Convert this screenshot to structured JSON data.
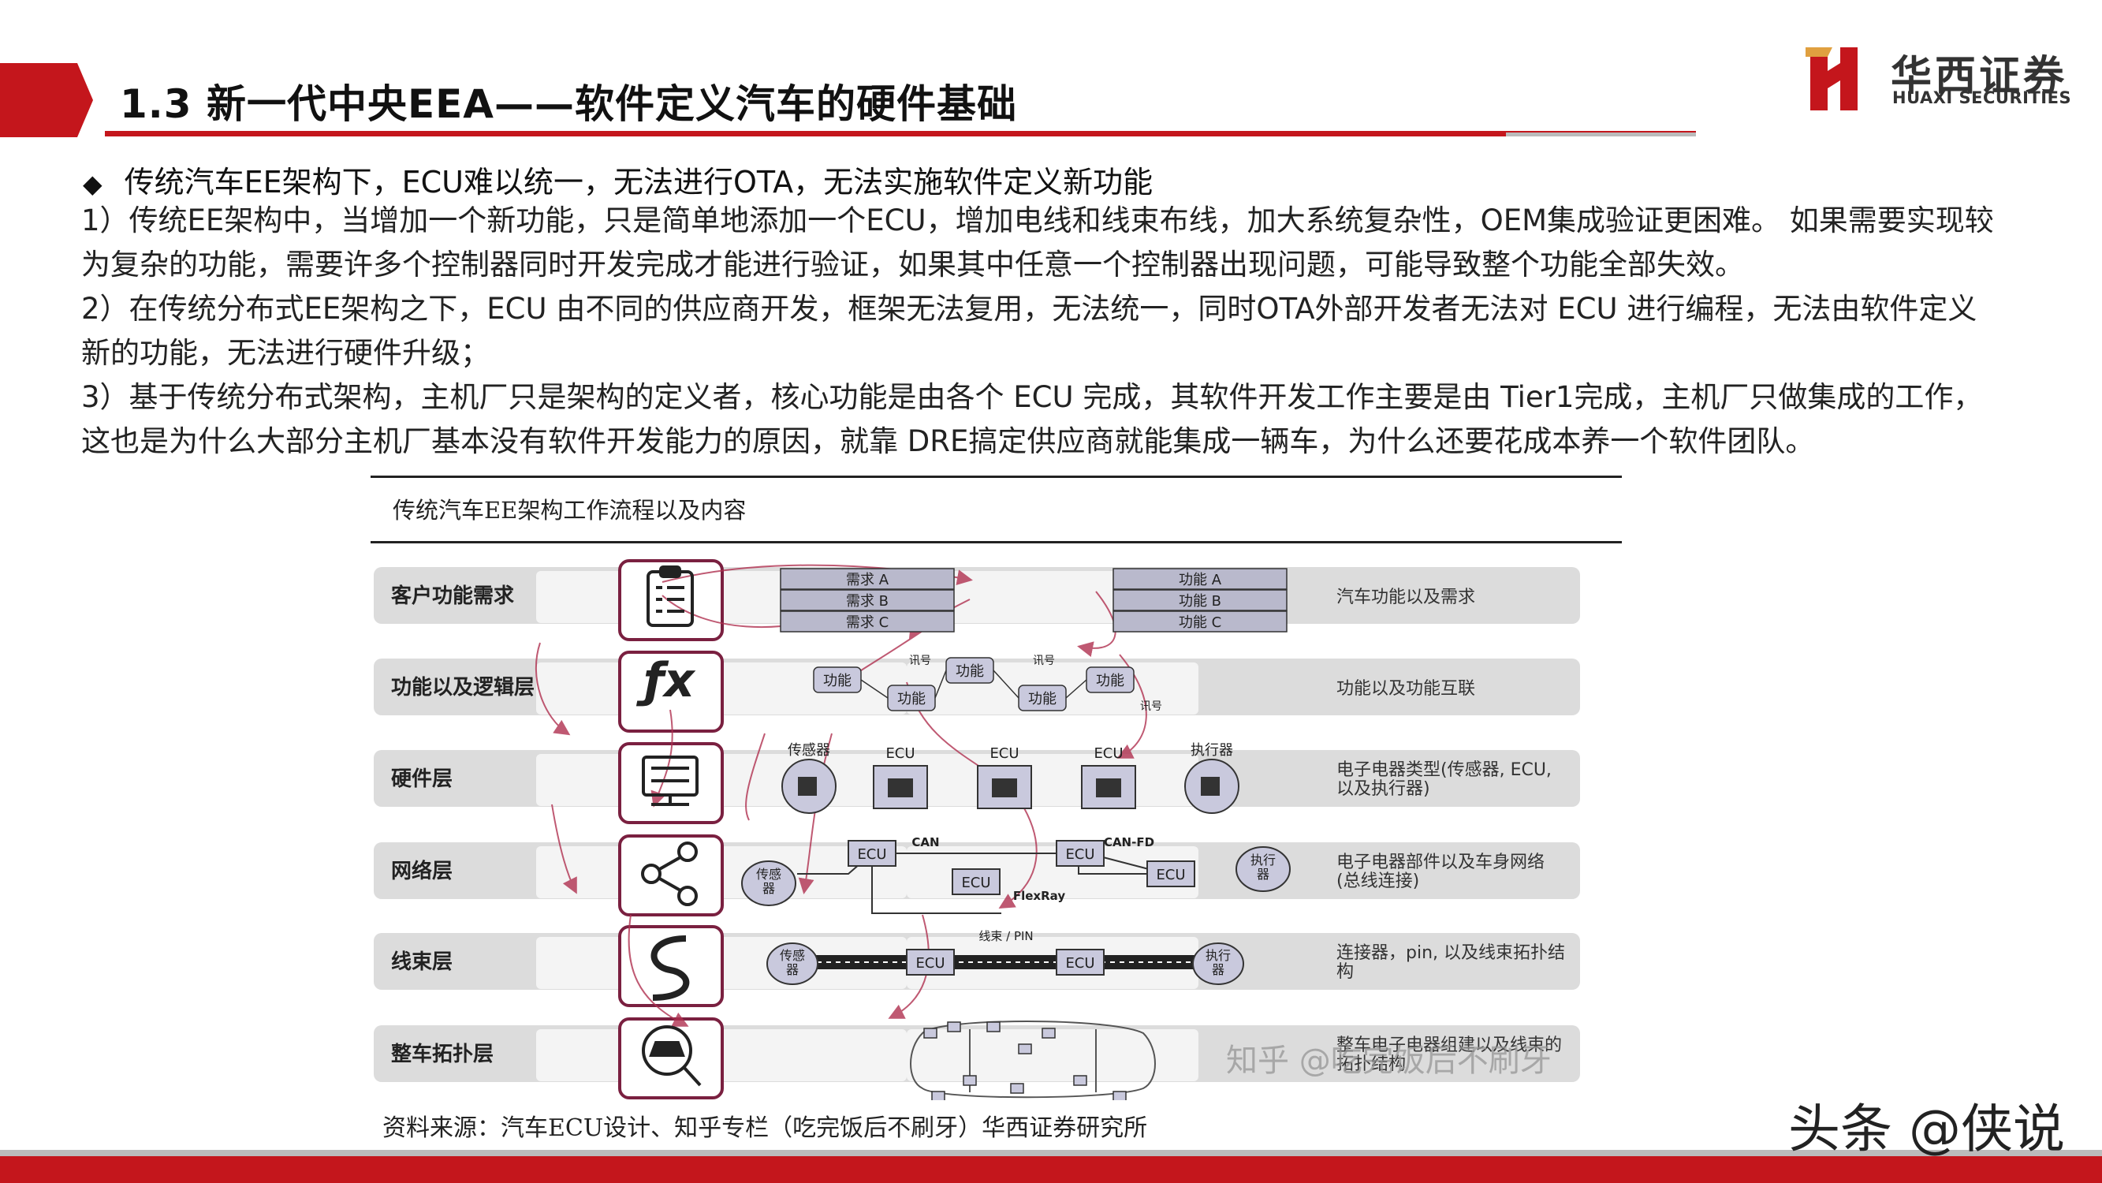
{
  "header": {
    "title": "1.3 新一代中央EEA——软件定义汽车的硬件基础",
    "logo_cn": "华西证券",
    "logo_en": "HUAXI SECURITIES",
    "accent_color": "#c4161c"
  },
  "body": {
    "bullet_title": "传统汽车EE架构下，ECU难以统一，无法进行OTA，无法实施软件定义新功能",
    "paragraphs": [
      "1）传统EE架构中，当增加一个新功能，只是简单地添加一个ECU，增加电线和线束布线，加大系统复杂性，OEM集成验证更困难。 如果需要实现较为复杂的功能，需要许多个控制器同时开发完成才能进行验证，如果其中任意一个控制器出现问题，可能导致整个功能全部失效。",
      "2）在传统分布式EE架构之下，ECU 由不同的供应商开发，框架无法复用，无法统一，同时OTA外部开发者无法对 ECU 进行编程，无法由软件定义新的功能，无法进行硬件升级；",
      "3）基于传统分布式架构，主机厂只是架构的定义者，核心功能是由各个 ECU 完成，其软件开发工作主要是由 Tier1完成，主机厂只做集成的工作，这也是为什么大部分主机厂基本没有软件开发能力的原因，就靠 DRE搞定供应商就能集成一辆车，为什么还要花成本养一个软件团队。"
    ]
  },
  "figure": {
    "caption": "传统汽车EE架构工作流程以及内容",
    "source": "资料来源：汽车ECU设计、知乎专栏（吃完饭后不刷牙）华西证券研究所",
    "layers": [
      {
        "label": "客户功能需求",
        "desc": "汽车功能以及需求",
        "icon": "clipboard-icon"
      },
      {
        "label": "功能以及逻辑层",
        "desc": "功能以及功能互联",
        "icon": "fx-icon"
      },
      {
        "label": "硬件层",
        "desc": "电子电器类型(传感器, ECU,\n以及执行器)",
        "icon": "server-icon"
      },
      {
        "label": "网络层",
        "desc": "电子电器部件以及车身网络\n(总线连接)",
        "icon": "share-icon"
      },
      {
        "label": "线束层",
        "desc": "连接器，pin, 以及线束拓扑结\n构",
        "icon": "cable-icon"
      },
      {
        "label": "整车拓扑层",
        "desc": "整车电子电器组建以及线束的\n拓扑结构",
        "icon": "car-search-icon"
      }
    ],
    "requirements": [
      "需求 A",
      "需求 B",
      "需求 C"
    ],
    "functions": [
      "功能 A",
      "功能 B",
      "功能 C"
    ],
    "logic": {
      "node": "功能",
      "signal": "讯号"
    },
    "hardware": {
      "sensor": "传感器",
      "ecu": "ECU",
      "actuator": "执行器"
    },
    "network": {
      "can": "CAN",
      "canfd": "CAN-FD",
      "flexray": "FlexRay",
      "sensor": "传感\n器",
      "actuator": "执行\n器",
      "ecu": "ECU"
    },
    "harness": {
      "label": "线束 / PIN",
      "sensor": "传感\n器",
      "actuator": "执行\n器",
      "ecu": "ECU"
    }
  },
  "watermarks": {
    "zhihu": "知乎 @吃完饭后不刷牙",
    "footer": "头条 @侠说"
  }
}
